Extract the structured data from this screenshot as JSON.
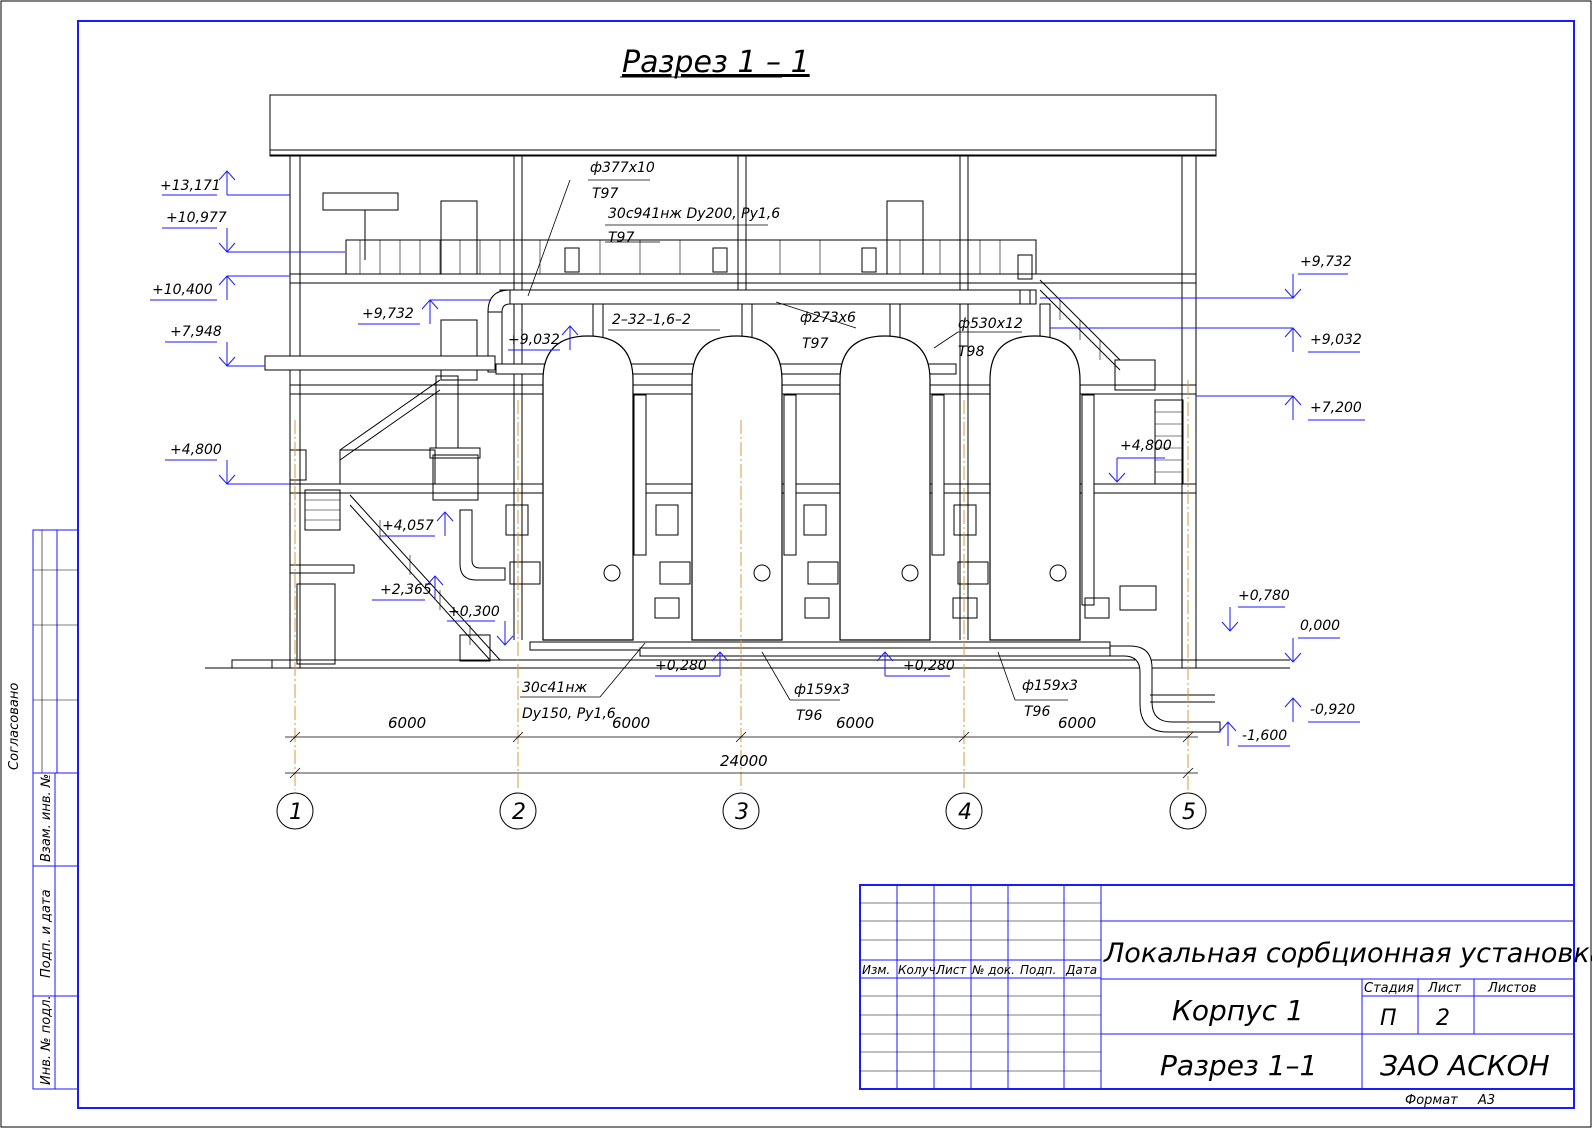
{
  "title": "Разрез 1 – 1",
  "levels_left": [
    "+13,171",
    "+10,977",
    "+10,400",
    "+9,732",
    "+7,948",
    "+9,032",
    "+4,800",
    "+4,057",
    "+2,365",
    "+0,300"
  ],
  "levels_right": [
    "+9,732",
    "+9,032",
    "+7,200",
    "+4,800",
    "+0,780",
    "0,000",
    "-0,920",
    "-1,600"
  ],
  "levels_bottom": [
    "+0,280",
    "+0,280"
  ],
  "pipe_labels": {
    "p377": "ф377х10",
    "t97a": "Т97",
    "valve_top": "30с941нж Dy200, Py1,6",
    "t97b": "Т97",
    "p_232": "2–32–1,6–2",
    "p273": "ф273х6",
    "t97c": "Т97",
    "p530": "ф530х12",
    "t98": "Т98",
    "valve_bottom_1": "30с41нж",
    "valve_bottom_2": "Dy150, Py1,6",
    "p159a": "ф159х3",
    "t96a": "Т96",
    "p159b": "ф159х3",
    "t96b": "Т96"
  },
  "dimensions": {
    "spans": [
      "6000",
      "6000",
      "6000",
      "6000"
    ],
    "total": "24000"
  },
  "axes": [
    "1",
    "2",
    "3",
    "4",
    "5"
  ],
  "side_stamp": {
    "agreed": "Согласовано",
    "inv_replace": "Взам. инв. №",
    "sign_date": "Подп. и дата",
    "inv_original": "Инв. № подл."
  },
  "title_block": {
    "project": "Локальная сорбционная установка",
    "building": "Корпус 1",
    "sheet_name": "Разрез 1–1",
    "company": "ЗАО АСКОН",
    "stage_header": "Стадия",
    "sheet_header": "Лист",
    "sheets_header": "Листов",
    "stage": "П",
    "sheet": "2",
    "sheets": "",
    "col_izm": "Изм.",
    "col_kol": "Колуч.",
    "col_list": "Лист",
    "col_doc": "№ док.",
    "col_sign": "Подп.",
    "col_date": "Дата",
    "format_label": "Формат",
    "format_value": "А3"
  },
  "colors": {
    "frame": "#1a1aff",
    "axis": "#d89a3a",
    "line": "#000000"
  }
}
